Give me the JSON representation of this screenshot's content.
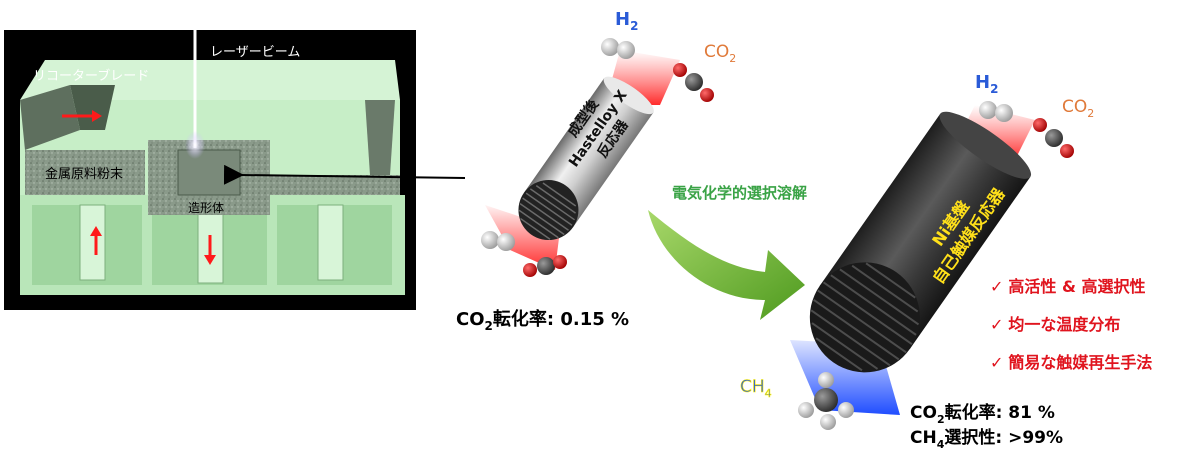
{
  "printer": {
    "laser_label": "レーザービーム",
    "recoater_label": "リコーターブレード",
    "powder_label": "金属原料粉末",
    "part_label": "造形体"
  },
  "reactor_before": {
    "label_line1": "成型後",
    "label_line2": "Hastelloy X",
    "label_line3": "反応器",
    "h2_label": "H",
    "h2_sub": "2",
    "co2_label": "CO",
    "co2_sub": "2",
    "conversion_prefix": "CO",
    "conversion_sub": "2",
    "conversion_text": "転化率: 0.15 %"
  },
  "process_label": "電気化学的選択溶解",
  "reactor_after": {
    "label_line1": "Ni基盤",
    "label_line2": "自己触媒反応器",
    "h2_label": "H",
    "h2_sub": "2",
    "co2_label": "CO",
    "co2_sub": "2",
    "ch4_label": "CH",
    "ch4_sub": "4",
    "conversion_prefix": "CO",
    "conversion_sub": "2",
    "conversion_text": "転化率: 81 %",
    "selectivity_prefix": "CH",
    "selectivity_sub": "4",
    "selectivity_text": "選択性: >99%"
  },
  "benefits": [
    {
      "check": "✓",
      "text": "高活性 & 高選択性"
    },
    {
      "check": "✓",
      "text": "均一な温度分布"
    },
    {
      "check": "✓",
      "text": "簡易な触媒再生手法"
    }
  ],
  "colors": {
    "h2": "#2a5bd7",
    "co2": "#e07a3a",
    "ch4": "#2a5bd7",
    "process": "#3aa346",
    "benefit": "#e0141e",
    "reactor_label_before": "#111111",
    "reactor_label_after": "#ffe01a",
    "flow_red": "#ff2a2a",
    "flow_blue": "#1f4dff"
  }
}
